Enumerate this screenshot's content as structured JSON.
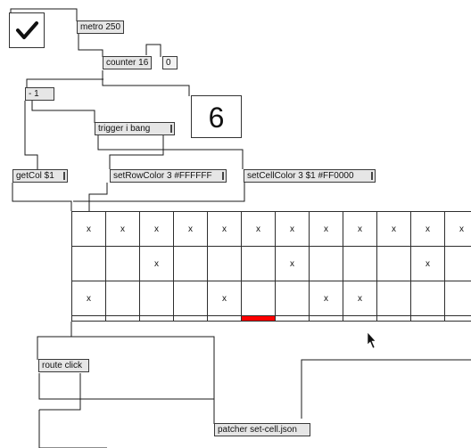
{
  "objects": {
    "metro": "metro 250",
    "counter": "counter 16",
    "counter_out": "0",
    "minus": "- 1",
    "trigger": "trigger i bang",
    "getcol": "getCol $1",
    "setrow": "setRowColor 3 #FFFFFF",
    "setcell": "setCellColor 3 $1 #FF0000",
    "route": "route click",
    "patcher": "patcher set-cell.json"
  },
  "number_display": "6",
  "toggle": {
    "checked": true
  },
  "grid": {
    "mark": "x",
    "highlight_color": "#FF0000",
    "highlight": {
      "row": 3,
      "col": 5
    },
    "rows": [
      [
        "x",
        "x",
        "x",
        "x",
        "x",
        "x",
        "x",
        "x",
        "x",
        "x",
        "x",
        "x"
      ],
      [
        "",
        "",
        "x",
        "",
        "",
        "",
        "x",
        "",
        "",
        "",
        "x",
        ""
      ],
      [
        "x",
        "",
        "",
        "",
        "x",
        "",
        "",
        "x",
        "x",
        "",
        "",
        " "
      ],
      [
        "",
        "",
        "",
        "",
        "",
        "",
        "",
        "",
        "",
        "",
        "",
        ""
      ]
    ]
  }
}
